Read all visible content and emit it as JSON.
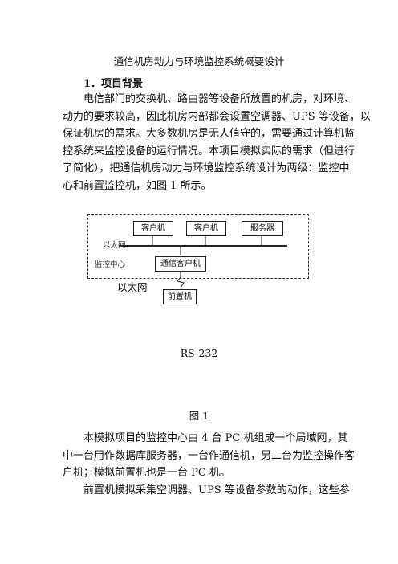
{
  "doc_title": "通信机房动力与环境监控系统概要设计",
  "section_heading": "1．项目背景",
  "para1_lines": [
    "电信部门的交换机、路由器等设备所放置的机房，对环境、",
    "动力的要求较高，因此机房内部都会设置空调器、UPS 等设备，以",
    "保证机房的需求。大多数机房是无人值守的，需要通过计算机监",
    "控系统来监控设备的运行情况。本项目模拟实际的需求（但进行",
    "了简化），把通信机房动力与环境监控系统设计为两级：监控中",
    "心和前置监控机，如图 1 所示。"
  ],
  "diagram": {
    "client1": "客户机",
    "client2": "客户机",
    "server": "服务器",
    "ethernet_label": "以太网",
    "center_label": "监控中心",
    "comm_client": "通信客户机",
    "ethernet_label2": "以太网",
    "front_machine": "前置机"
  },
  "rs232_label": "RS-232",
  "figure_caption": "图 1",
  "para2_lines": [
    "本模拟项目的监控中心由 4 台 PC 机组成一个局域网，其",
    "中一台用作数据库服务器，一台作通信机，另二台为监控操作客",
    "户机；模拟前置机也是一台 PC 机。"
  ],
  "para3_lines": [
    "前置机模拟采集空调器、UPS 等设备参数的动作，这些参"
  ]
}
